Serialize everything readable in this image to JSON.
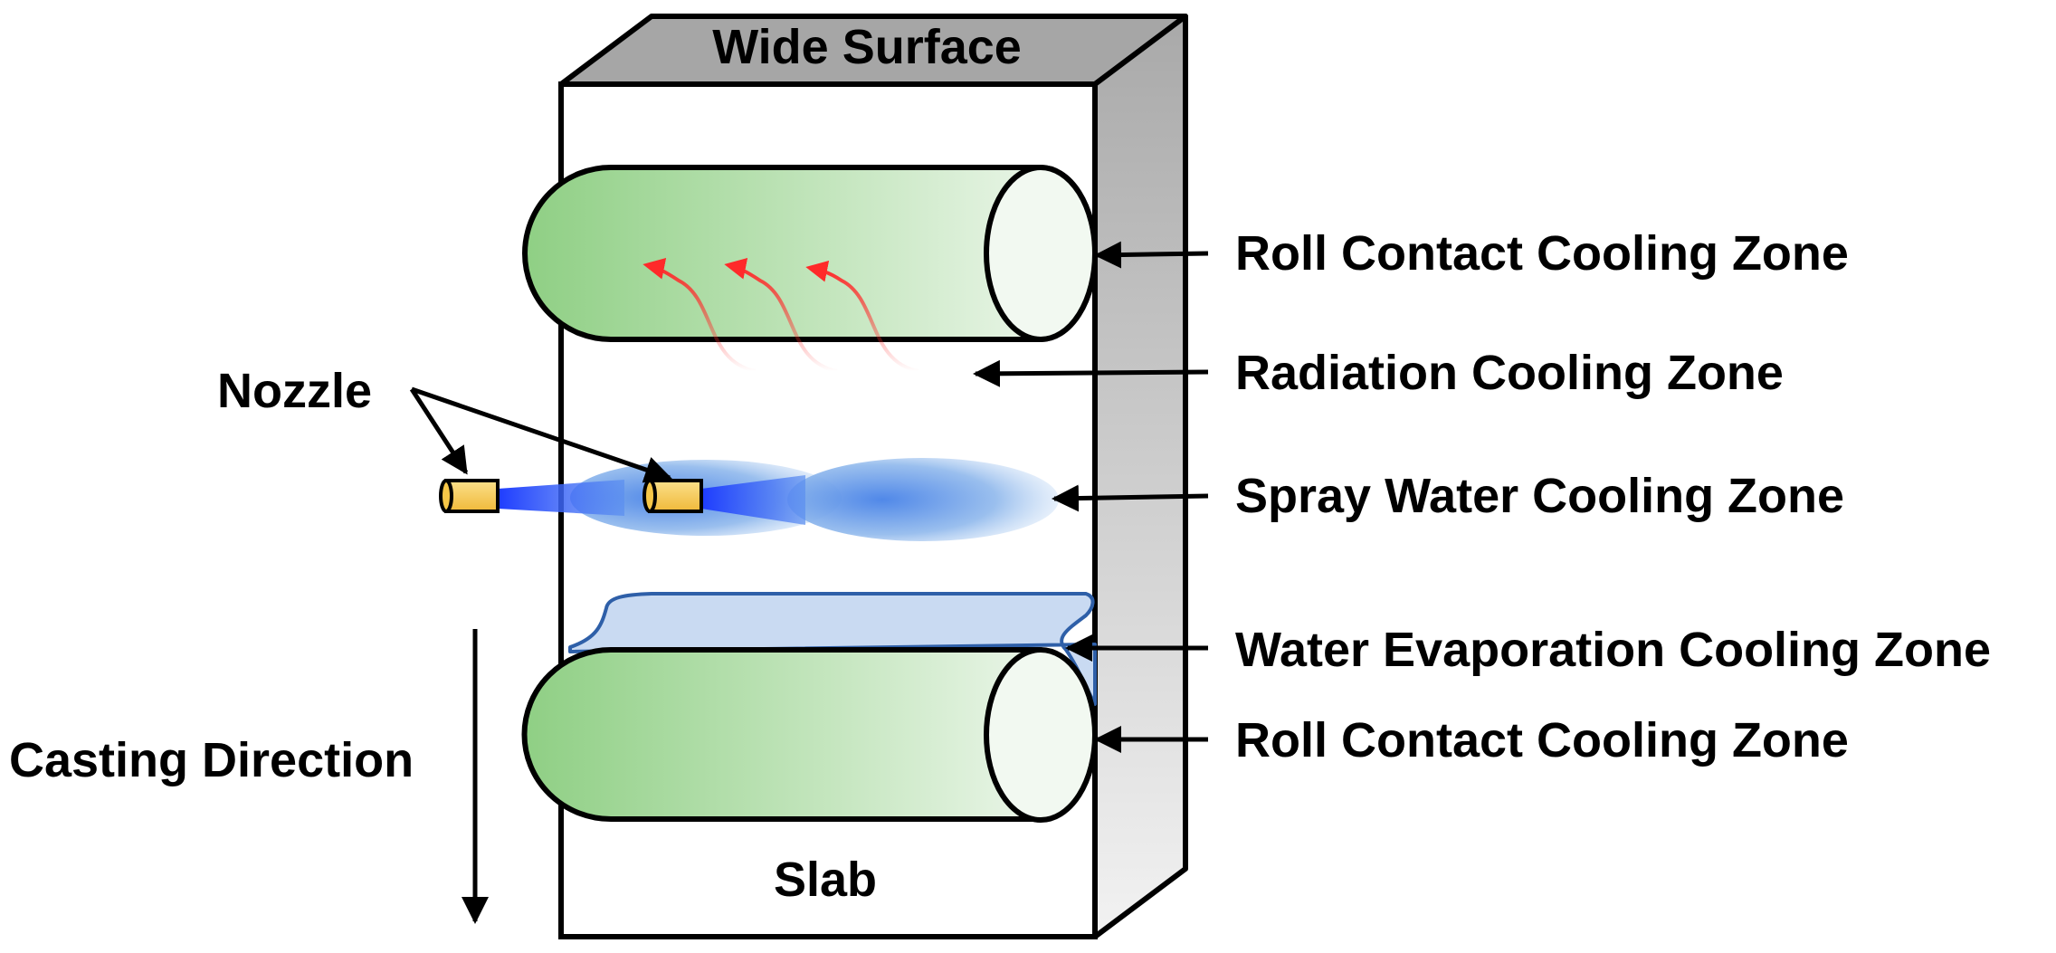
{
  "labels": {
    "top_face": "Wide Surface",
    "slab": "Slab",
    "nozzle": "Nozzle",
    "casting_direction": "Casting Direction"
  },
  "zones": {
    "roll_contact_top": "Roll Contact Cooling Zone",
    "radiation": "Radiation Cooling Zone",
    "spray_water": "Spray Water Cooling Zone",
    "water_evaporation": "Water Evaporation Cooling Zone",
    "roll_contact_bottom": "Roll Contact Cooling Zone"
  },
  "colors": {
    "roll_green": "#8fcf84",
    "spray_blue": "#1e3cff",
    "water_blue": "#c9daf2",
    "nozzle_yellow": "#f7c748",
    "heat_red": "#ff2a2a",
    "top_face_gray": "#a6a6a6"
  }
}
